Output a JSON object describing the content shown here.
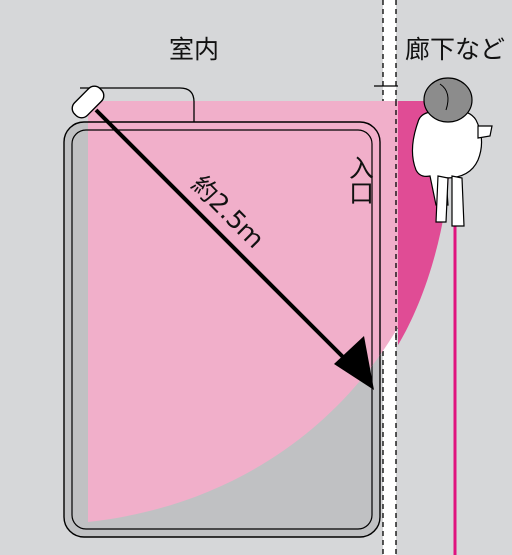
{
  "labels": {
    "room": "室内",
    "corridor": "廊下など",
    "entrance": "入口",
    "distance": "約2.5ｍ"
  },
  "colors": {
    "room_bg": "#d6d7d9",
    "corridor_bg": "#d6d7d9",
    "bed_fill": "#c0c1c3",
    "coverage_pink": "#f1afca",
    "coverage_magenta": "#e04c95",
    "sensor_line": "#e0147f",
    "arrow": "#000000",
    "outline": "#000000",
    "person_gray": "#8c8c8c"
  },
  "icons": {
    "sensor": "sensor-icon",
    "person": "person-icon",
    "arrow": "distance-arrow-icon"
  }
}
